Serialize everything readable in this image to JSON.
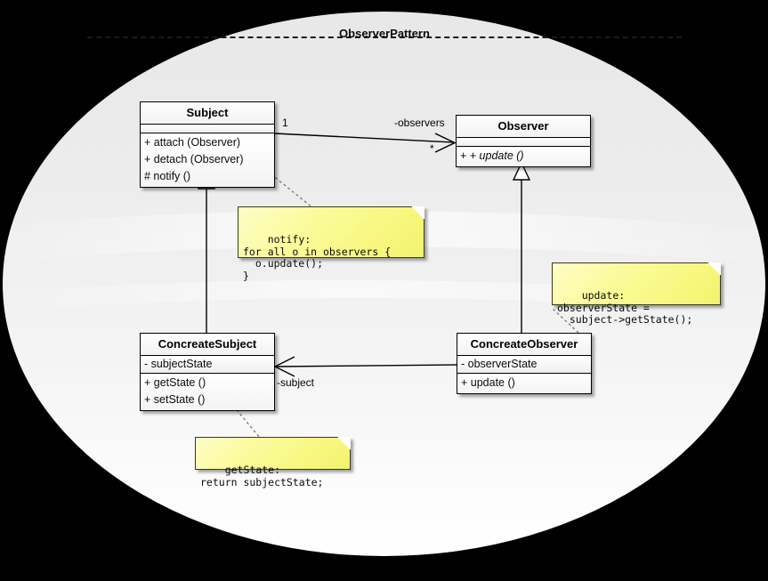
{
  "diagram": {
    "package_title": "ObserverPattern",
    "background_color": "#000000",
    "package_fill": "#ececec",
    "note_fill": "#fbfb9e",
    "line_color": "#000000"
  },
  "classes": {
    "subject": {
      "name": "Subject",
      "attributes": [],
      "operations": [
        "+ attach (Observer)",
        "+ detach (Observer)",
        "# notify ()"
      ]
    },
    "observer": {
      "name": "Observer",
      "attributes": [],
      "operations": [
        "+ update ()"
      ],
      "operations_italic": true
    },
    "concreate_subject": {
      "name": "ConcreateSubject",
      "attributes": [
        "- subjectState"
      ],
      "operations": [
        "+ getState ()",
        "+ setState ()"
      ]
    },
    "concreate_observer": {
      "name": "ConcreateObserver",
      "attributes": [
        "- observerState"
      ],
      "operations": [
        "+ update ()"
      ]
    }
  },
  "notes": {
    "notify": "notify:\nfor all o in observers {\n  o.update();\n}",
    "update": "update:\nobserverState =\n  subject->getState();",
    "get_state": "getState:\nreturn subjectState;"
  },
  "edges": {
    "subject_multiplicity": "1",
    "observers_role": "-observers",
    "observers_multiplicity": "*",
    "subject_role": "-subject"
  }
}
